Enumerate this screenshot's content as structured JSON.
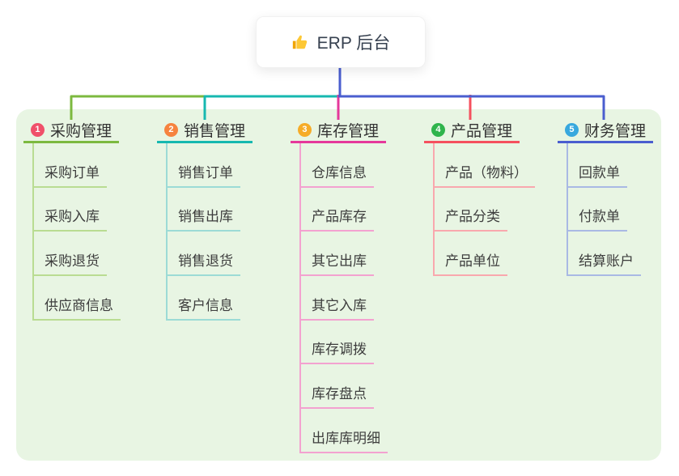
{
  "root": {
    "title": "ERP 后台",
    "icon": "thumbs-up",
    "line_color": "#4a5ecf"
  },
  "colors": {
    "panel_bg": "#e8f5e3",
    "page_bg": "#ffffff",
    "root_text": "#36404f",
    "branch_title_text": "#333333",
    "child_text": "#3d3d3d"
  },
  "branches": [
    {
      "index": "1",
      "title": "采购管理",
      "badge_color": "#f0506a",
      "line_color": "#7cb93f",
      "light_color": "#b9dc92",
      "children": [
        "采购订单",
        "采购入库",
        "采购退货",
        "供应商信息"
      ]
    },
    {
      "index": "2",
      "title": "销售管理",
      "badge_color": "#f6833f",
      "line_color": "#16b8b0",
      "light_color": "#9cdbd6",
      "children": [
        "销售订单",
        "销售出库",
        "销售退货",
        "客户信息"
      ]
    },
    {
      "index": "3",
      "title": "库存管理",
      "badge_color": "#f6ac28",
      "line_color": "#e5389b",
      "light_color": "#f3a2d0",
      "children": [
        "仓库信息",
        "产品库存",
        "其它出库",
        "其它入库",
        "库存调拨",
        "库存盘点",
        "出库库明细"
      ]
    },
    {
      "index": "4",
      "title": "产品管理",
      "badge_color": "#2fb44c",
      "line_color": "#f5505e",
      "light_color": "#f9a8ae",
      "children": [
        "产品（物料）",
        "产品分类",
        "产品单位"
      ]
    },
    {
      "index": "5",
      "title": "财务管理",
      "badge_color": "#38a8de",
      "line_color": "#4a5ecf",
      "light_color": "#a9b9e4",
      "children": [
        "回款单",
        "付款单",
        "结算账户"
      ]
    }
  ]
}
